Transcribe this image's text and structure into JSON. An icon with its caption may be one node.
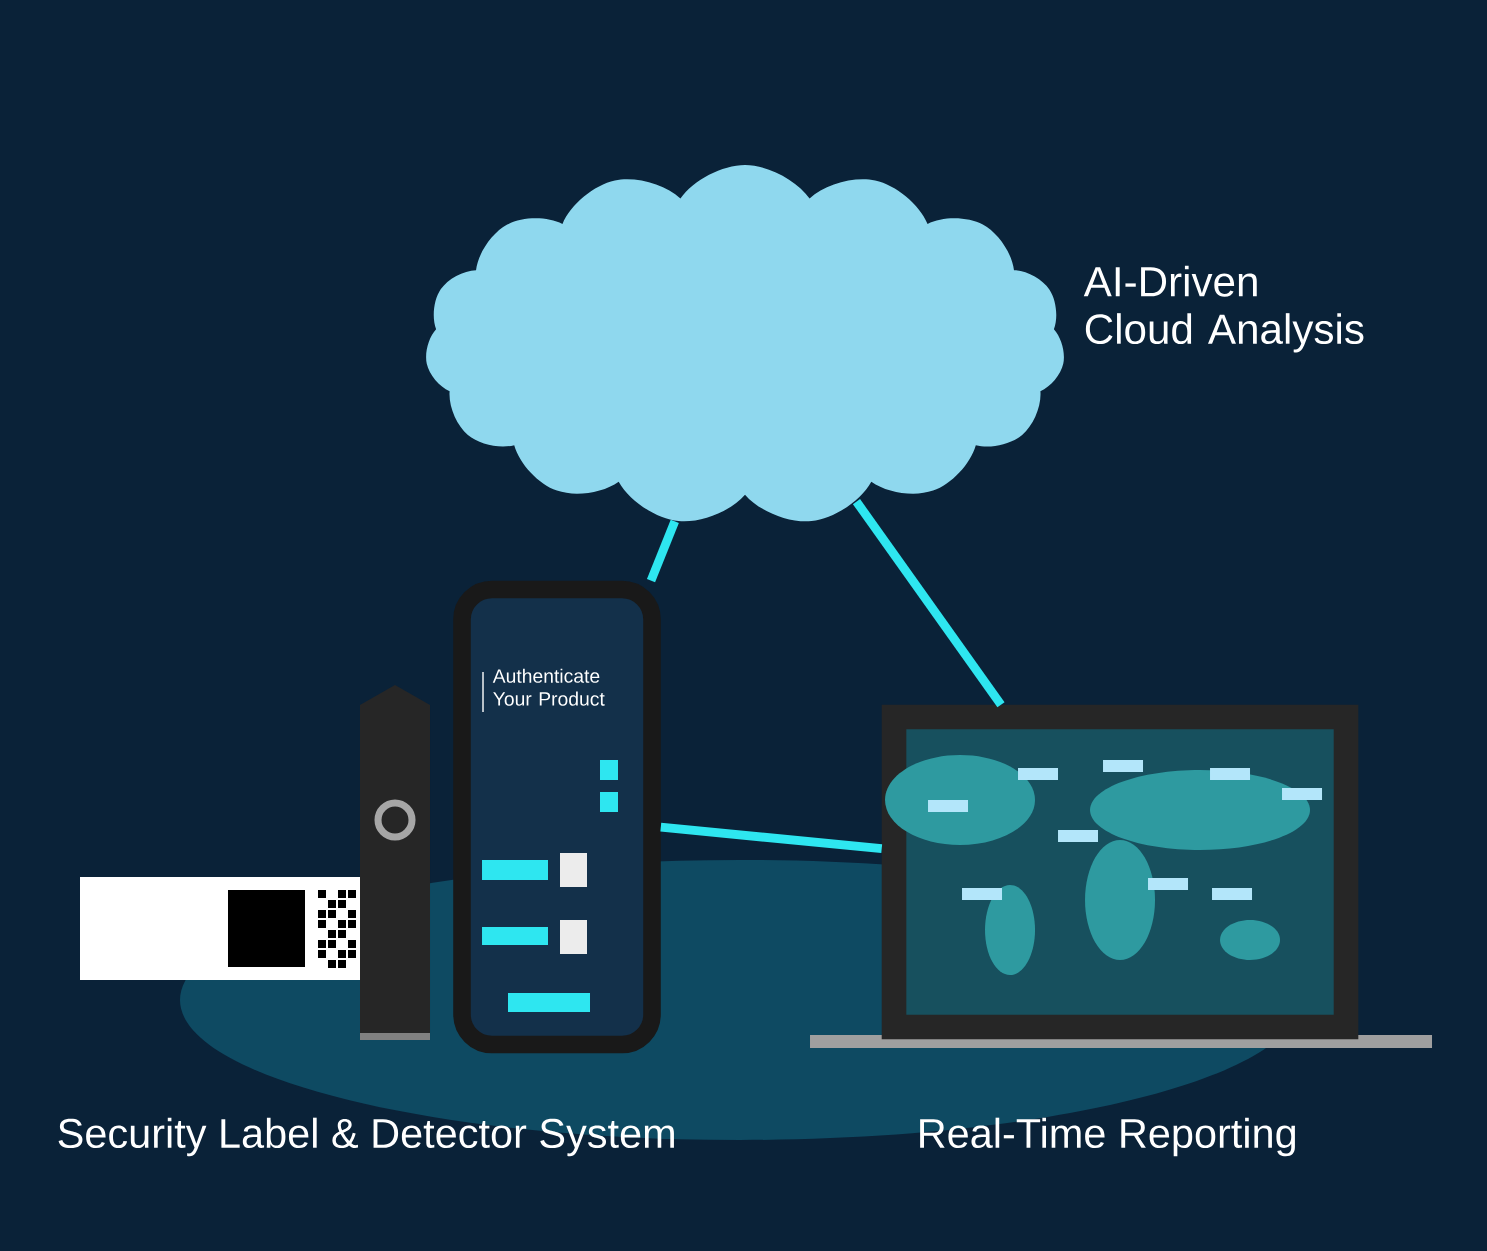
{
  "diagram": {
    "nodes": [
      {
        "text": [
          "AI-Driven Cloud Analysis"
        ]
      },
      {
        "text": [
          "Security Label & Detector System"
        ]
      },
      {
        "text": [
          "Real-Time Reporting"
        ]
      }
    ],
    "edges": [
      {
        "from": 1,
        "to": 0,
        "arrow": "none"
      },
      {
        "from": 0,
        "to": 2,
        "arrow": "none"
      },
      {
        "from": 1,
        "to": 2,
        "arrow": "none"
      }
    ],
    "labels": [
      "Authenticate Your Product"
    ]
  }
}
